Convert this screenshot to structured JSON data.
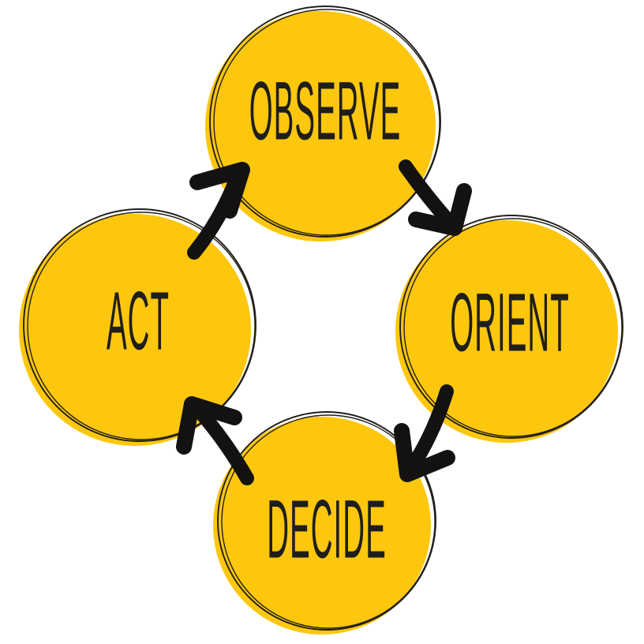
{
  "colors": {
    "background": "#ffffff",
    "node_fill": "#fcc70d",
    "node_outline": "#221f1a",
    "label_text": "#1f1e1a",
    "arrow": "#141210"
  },
  "nodes": [
    {
      "id": "observe",
      "label": "OBSERVE"
    },
    {
      "id": "orient",
      "label": "ORIENT"
    },
    {
      "id": "decide",
      "label": "DECIDE"
    },
    {
      "id": "act",
      "label": "ACT"
    }
  ],
  "arrows": [
    {
      "id": "act-to-observe",
      "from": "ACT",
      "to": "OBSERVE"
    },
    {
      "id": "observe-to-orient",
      "from": "OBSERVE",
      "to": "ORIENT"
    },
    {
      "id": "orient-to-decide",
      "from": "ORIENT",
      "to": "DECIDE"
    },
    {
      "id": "decide-to-act",
      "from": "DECIDE",
      "to": "ACT"
    }
  ]
}
